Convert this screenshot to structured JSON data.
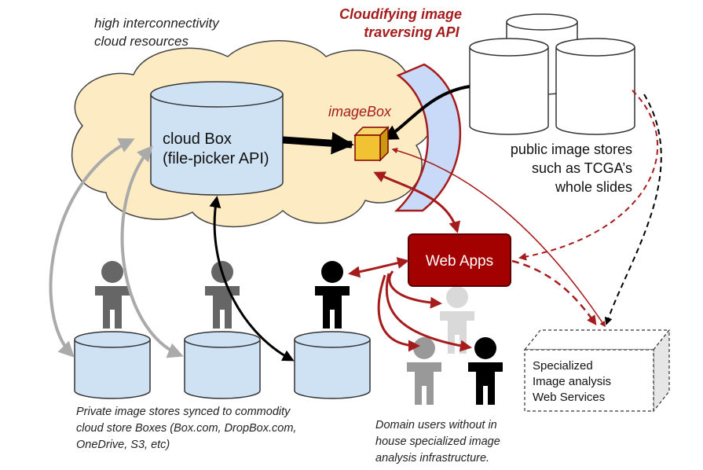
{
  "cloud": {
    "caption_line1": "high interconnectivity",
    "caption_line2": "cloud resources"
  },
  "api": {
    "title_line1": "Cloudifying image",
    "title_line2": "traversing API"
  },
  "cloud_box": {
    "line1": "cloud Box",
    "line2": "(file-picker API)"
  },
  "image_box": {
    "label": "imageBox"
  },
  "public_stores": {
    "line1": "public image stores",
    "line2": "such as TCGA’s",
    "line3": "whole slides"
  },
  "web_apps": {
    "label": "Web Apps"
  },
  "web_services": {
    "line1": "Specialized",
    "line2": "Image analysis",
    "line3": "Web Services"
  },
  "private_stores": {
    "line1": "Private image stores synced to commodity",
    "line2": "cloud store Boxes (Box.com, DropBox.com,",
    "line3": "OneDrive, S3, etc)"
  },
  "domain_users": {
    "line1": "Domain users without in",
    "line2": "house specialized image",
    "line3": "analysis infrastructure."
  },
  "colors": {
    "cloud_fill": "#fdebc3",
    "cylinder_fill": "#cfe2f3",
    "accent_red": "#a61c1c",
    "web_apps_fill": "#a30000",
    "imagebox_fill": "#f1c232",
    "person_gray": "#666666",
    "person_light": "#d9d9d9",
    "person_mid": "#999999",
    "arrow_gray": "#aaaaaa"
  }
}
